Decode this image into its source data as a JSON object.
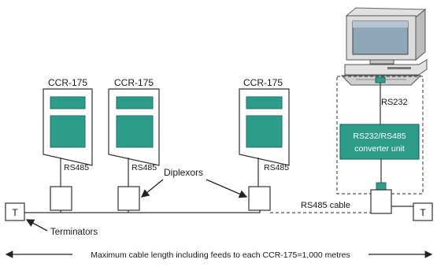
{
  "colors": {
    "panel_green": "#2e9c8a",
    "panel_border": "#1f6e62",
    "line": "#333333",
    "dashed": "#555555",
    "text": "#1a1a1a"
  },
  "units": {
    "ccr1": {
      "title": "CCR-175",
      "link": "RS485"
    },
    "ccr2": {
      "title": "CCR-175",
      "link": "RS485"
    },
    "ccr3": {
      "title": "CCR-175",
      "link": "RS485"
    }
  },
  "labels": {
    "diplexors": "Diplexors",
    "rs232": "RS232",
    "converter_line1": "RS232/RS485",
    "converter_line2": "converter unit",
    "rs485_cable": "RS485 cable",
    "terminators": "Terminators",
    "terminator_mark": "T",
    "max_length": "Maximum cable length including feeds to each CCR-175=1,000 metres"
  },
  "icons": {
    "computer": "desktop-computer-icon"
  }
}
